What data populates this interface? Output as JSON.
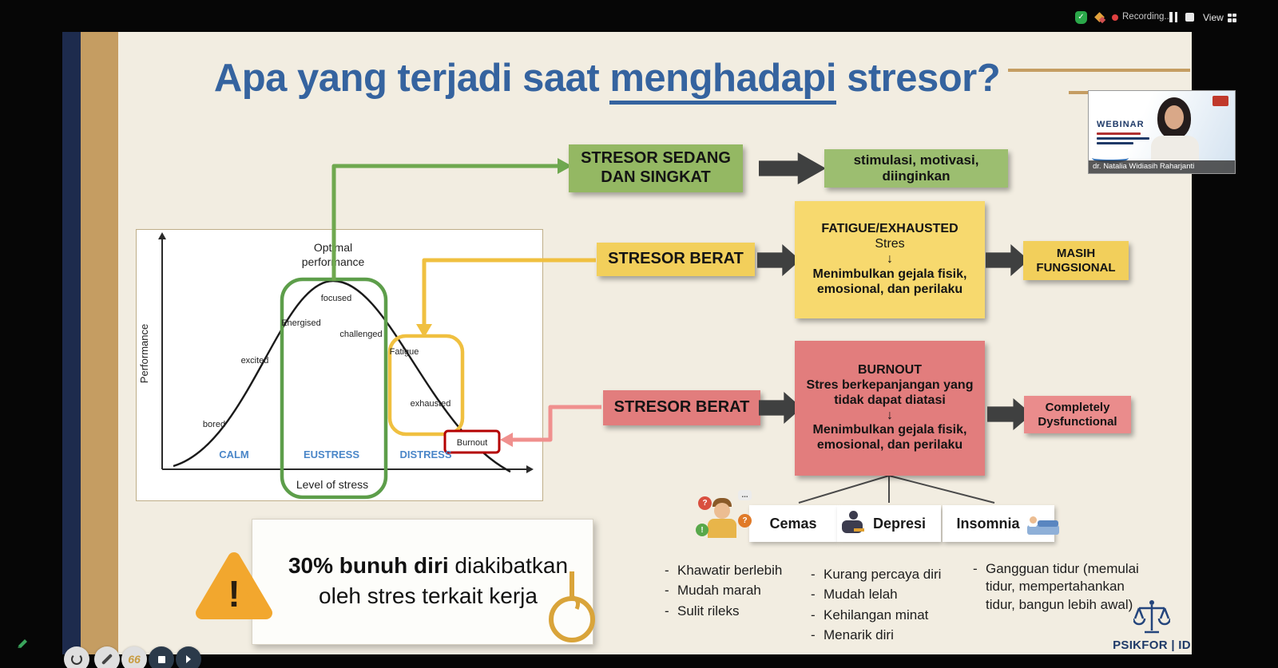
{
  "topbar": {
    "recording_label": "Recording...",
    "view_label": "View"
  },
  "webcam": {
    "badge": "WEBINAR",
    "speaker_name": "dr. Natalia Widiasih Raharjanti"
  },
  "title": {
    "pre": "Apa yang terjadi saat ",
    "underlined": "menghadapi",
    "post": " stresor?"
  },
  "chart": {
    "type": "line",
    "shape": "inverted-U stress-performance curve",
    "title": "Optimal performance",
    "title_l1": "Optimal",
    "title_l2": "performance",
    "xlabel": "Level of stress",
    "ylabel": "Performance",
    "zones": {
      "calm": "CALM",
      "eustress": "EUSTRESS",
      "distress": "DISTRESS"
    },
    "labels": {
      "bored": "bored",
      "excited": "excited",
      "energised": "Energised",
      "focused": "focused",
      "challenged": "challenged",
      "fatigue": "Fatigue",
      "exhausted": "exhausted",
      "burnout": "Burnout"
    }
  },
  "flows": {
    "row1": {
      "source": "STRESOR SEDANG DAN SINGKAT",
      "result": "stimulasi, motivasi, diinginkan"
    },
    "row2": {
      "source": "STRESOR BERAT",
      "detail_title": "FATIGUE/EXHAUSTED",
      "detail_sub": "Stres",
      "arrow": "↓",
      "detail_body": "Menimbulkan gejala fisik, emosional, dan perilaku",
      "result": "MASIH FUNGSIONAL"
    },
    "row3": {
      "source": "STRESOR BERAT",
      "detail_title": "BURNOUT",
      "detail_sub": "Stres berkepanjangan yang tidak dapat diatasi",
      "arrow": "↓",
      "detail_body": "Menimbulkan gejala fisik, emosional, dan perilaku",
      "result": "Completely Dysfunctional"
    }
  },
  "symptoms": {
    "bullet": "-",
    "items": [
      {
        "label": "Cemas",
        "points": [
          "Khawatir berlebih",
          "Mudah marah",
          "Sulit rileks"
        ]
      },
      {
        "label": "Depresi",
        "points": [
          "Kurang percaya diri",
          "Mudah lelah",
          "Kehilangan minat",
          "Menarik diri"
        ]
      },
      {
        "label": "Insomnia",
        "points": [
          "Gangguan tidur (memulai tidur, mempertahankan tidur, bangun lebih awal)"
        ]
      }
    ]
  },
  "warning": {
    "bold": "30% bunuh diri",
    "rest": " diakibatkan",
    "line2": "oleh stres terkait kerja",
    "mark": "!"
  },
  "footer": {
    "logo_text": "PSIKFOR | ID"
  },
  "icons": {
    "check": "✓",
    "question": "?",
    "exclaim": "!",
    "dots": "...",
    "quote": "66"
  },
  "colors": {
    "green_box": "#94b863",
    "yellow_box": "#f2cf5b",
    "red_box": "#e27d7d",
    "arrow_dark": "#3f4040",
    "title_blue": "#35639f",
    "zone_blue": "#4a86c8",
    "warning_orange": "#f2a72e"
  }
}
